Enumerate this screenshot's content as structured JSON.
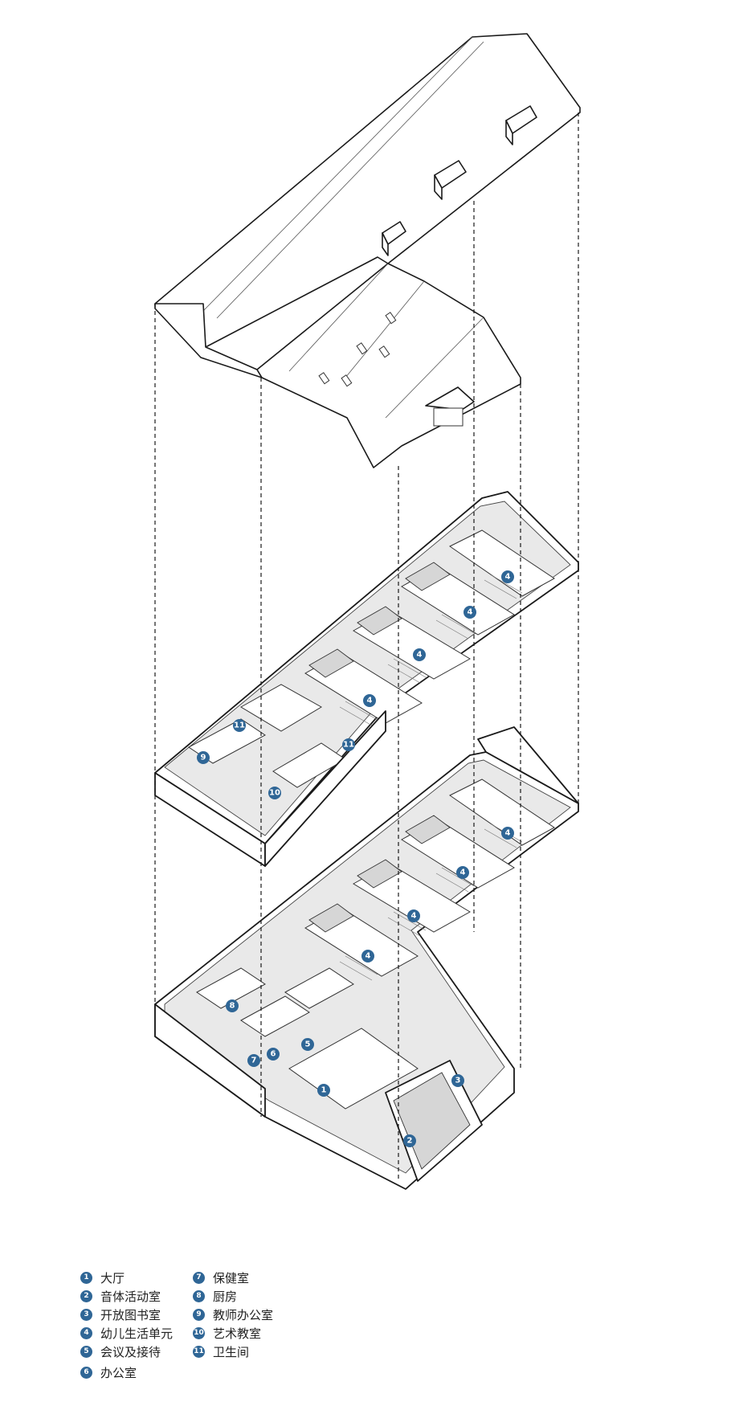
{
  "markers": {
    "upper_floor": [
      "4",
      "4",
      "4",
      "4",
      "11",
      "9",
      "10",
      "11"
    ],
    "ground_floor": [
      "4",
      "4",
      "4",
      "4",
      "8",
      "5",
      "6",
      "7",
      "1",
      "3",
      "2"
    ]
  },
  "legend": {
    "items": [
      {
        "num": "1",
        "label": "大厅"
      },
      {
        "num": "2",
        "label": "音体活动室"
      },
      {
        "num": "3",
        "label": "开放图书室"
      },
      {
        "num": "4",
        "label": "幼儿生活单元"
      },
      {
        "num": "5",
        "label": "会议及接待"
      },
      {
        "num": "6",
        "label": "办公室"
      },
      {
        "num": "7",
        "label": "保健室"
      },
      {
        "num": "8",
        "label": "厨房"
      },
      {
        "num": "9",
        "label": "教师办公室"
      },
      {
        "num": "10",
        "label": "艺术教室"
      },
      {
        "num": "11",
        "label": "卫生间"
      }
    ]
  },
  "colors": {
    "marker": "#2f6696",
    "line": "#1a1a1a",
    "floor": "#e9e9e9"
  }
}
